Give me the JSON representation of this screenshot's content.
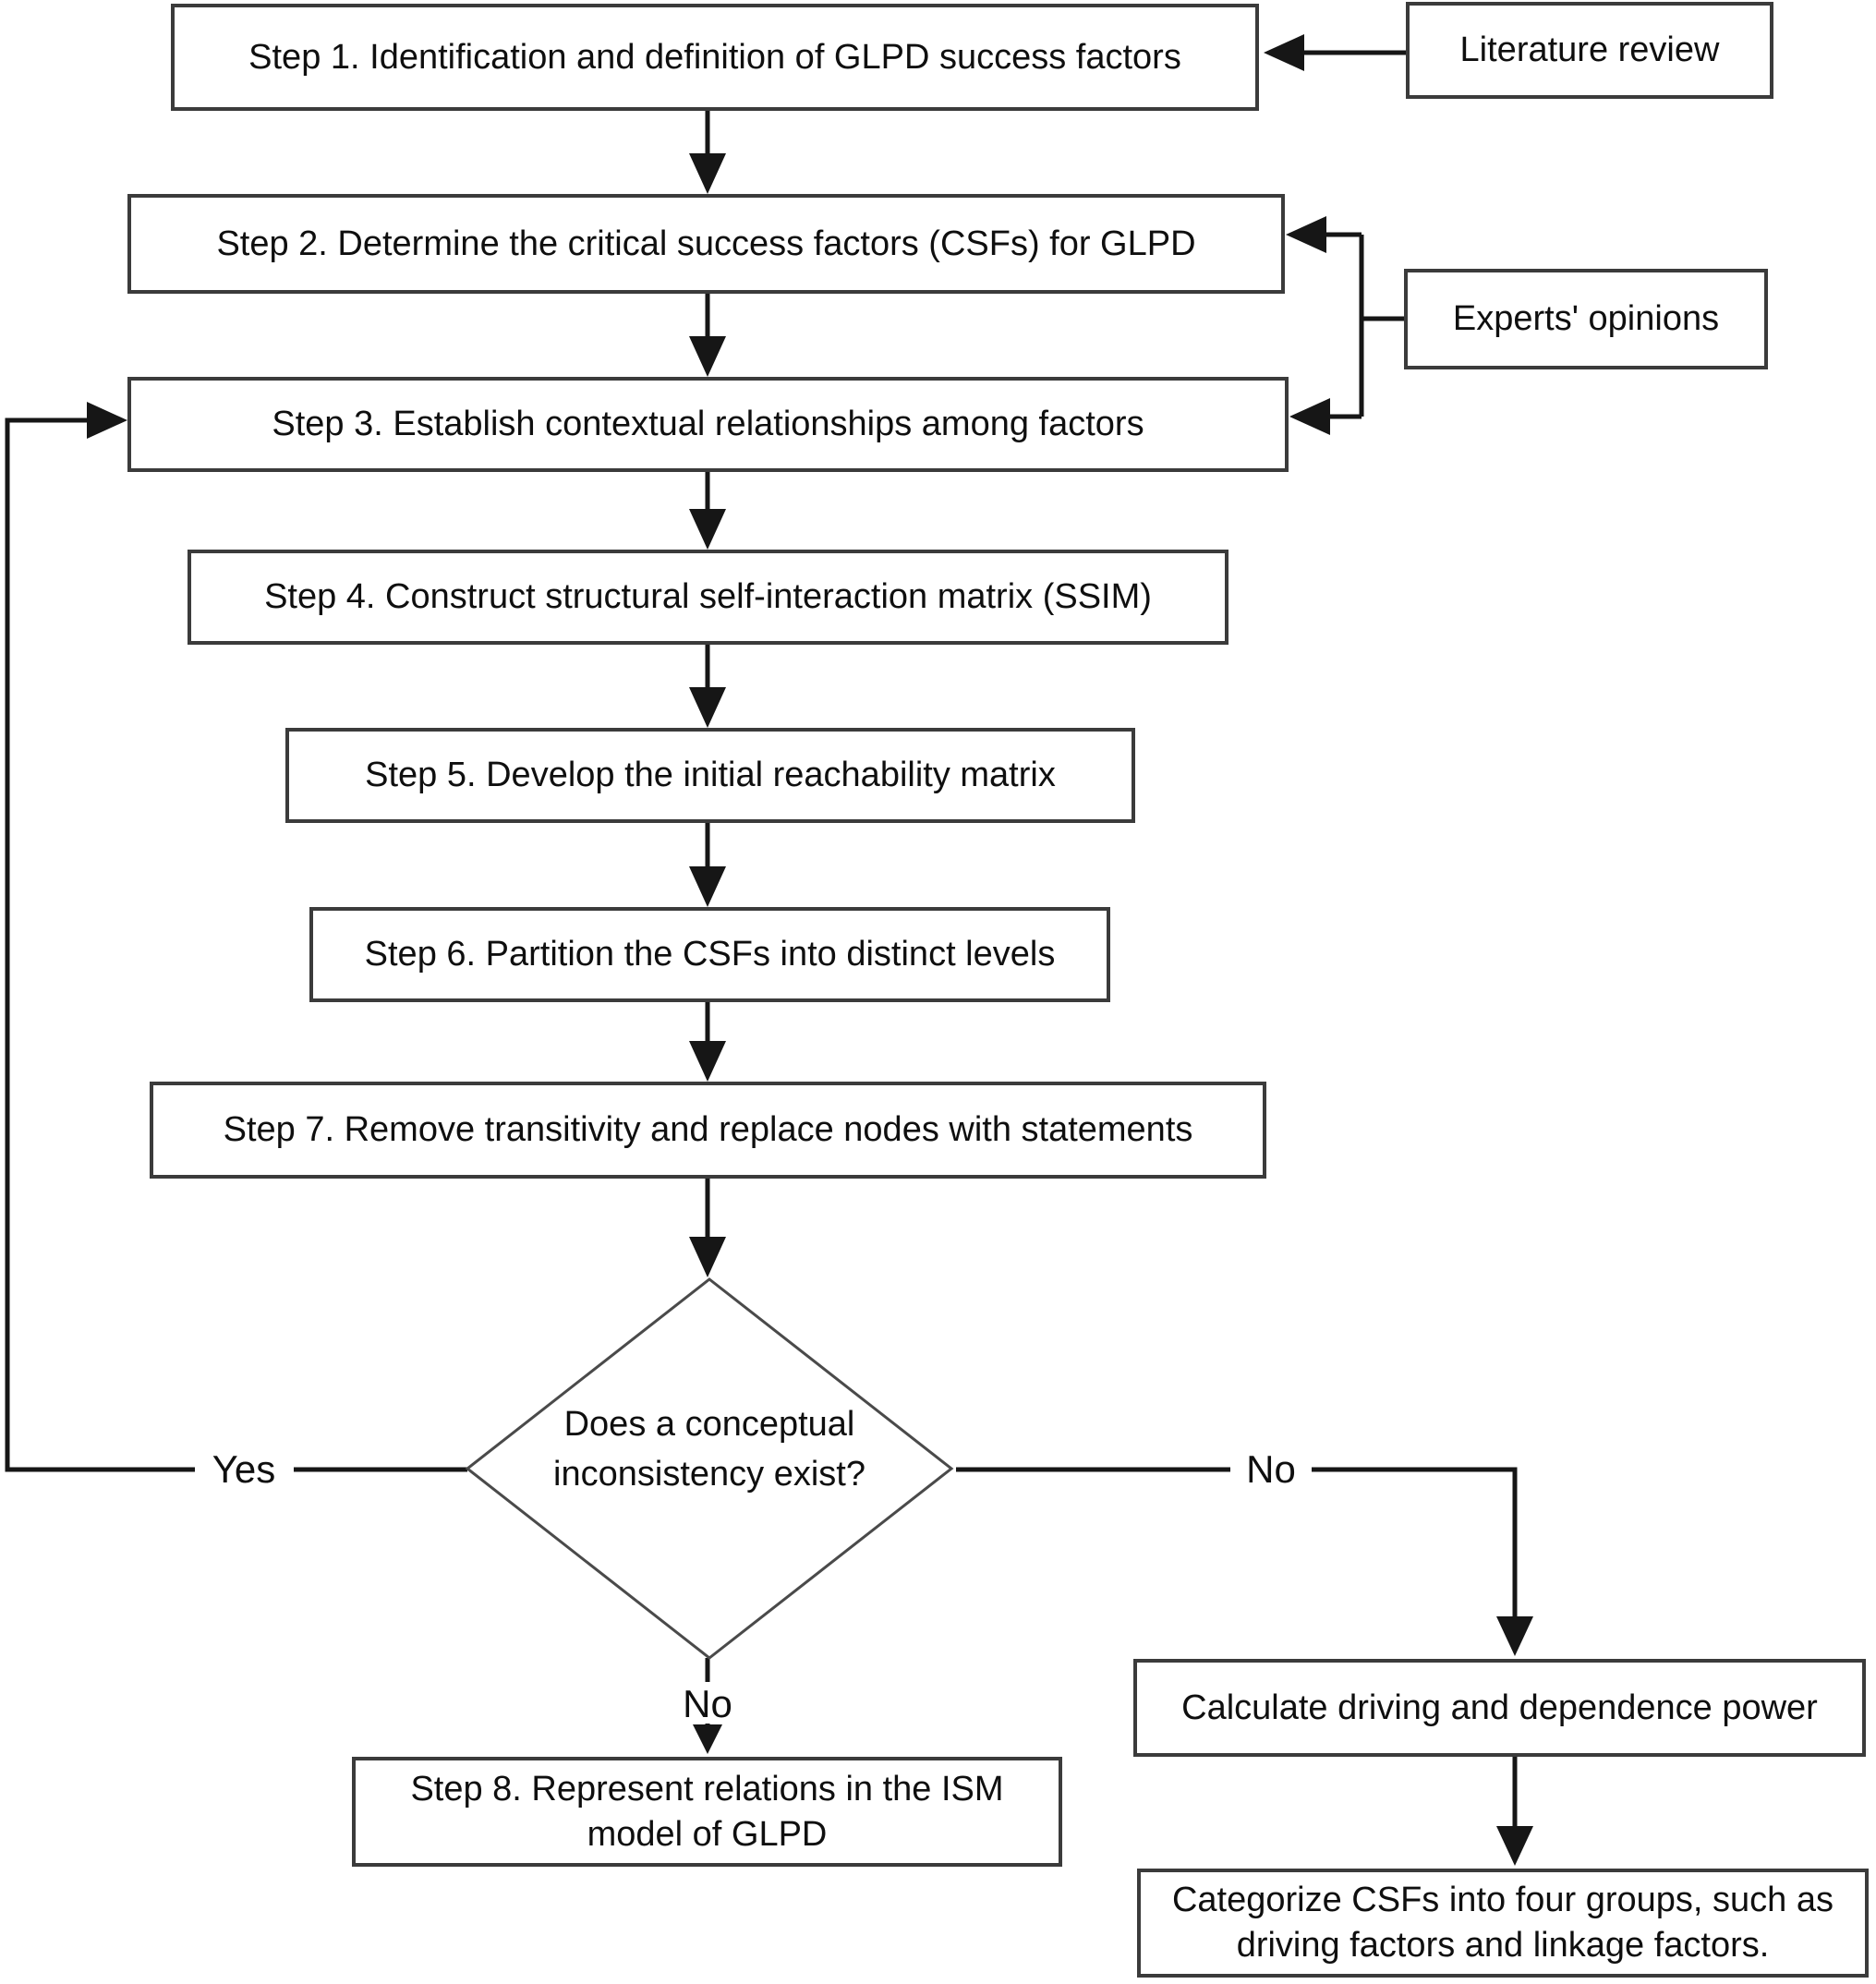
{
  "title": "ISM methodology flowchart for GLPD critical success factors",
  "colors": {
    "background": "#ffffff",
    "box_fill": "#ffffff",
    "box_border": "#3b3b3b",
    "connector": "#161616",
    "text": "#0f0f0f"
  },
  "steps": [
    {
      "id": "step1",
      "label": "Step 1. Identification and definition of GLPD success factors"
    },
    {
      "id": "step2",
      "label": "Step 2. Determine the critical success factors (CSFs) for GLPD"
    },
    {
      "id": "step3",
      "label": "Step 3. Establish contextual relationships among factors"
    },
    {
      "id": "step4",
      "label": "Step 4. Construct structural self-interaction matrix (SSIM)"
    },
    {
      "id": "step5",
      "label": "Step 5. Develop the initial reachability matrix"
    },
    {
      "id": "step6",
      "label": "Step 6. Partition the CSFs into distinct levels"
    },
    {
      "id": "step7",
      "label": "Step 7. Remove transitivity and replace nodes with statements"
    },
    {
      "id": "step8",
      "label": "Step 8. Represent relations in the ISM model of GLPD"
    }
  ],
  "inputs": [
    {
      "id": "literature",
      "label": "Literature review"
    },
    {
      "id": "experts",
      "label": "Experts' opinions"
    }
  ],
  "decision": {
    "label": "Does a conceptual inconsistency exist?",
    "yes_label": "Yes",
    "no_label_down": "No",
    "no_label_right": "No"
  },
  "results": [
    {
      "id": "calculate",
      "label": "Calculate driving and dependence power"
    },
    {
      "id": "categorize",
      "label": "Categorize CSFs into four groups, such as driving factors and linkage factors."
    }
  ]
}
